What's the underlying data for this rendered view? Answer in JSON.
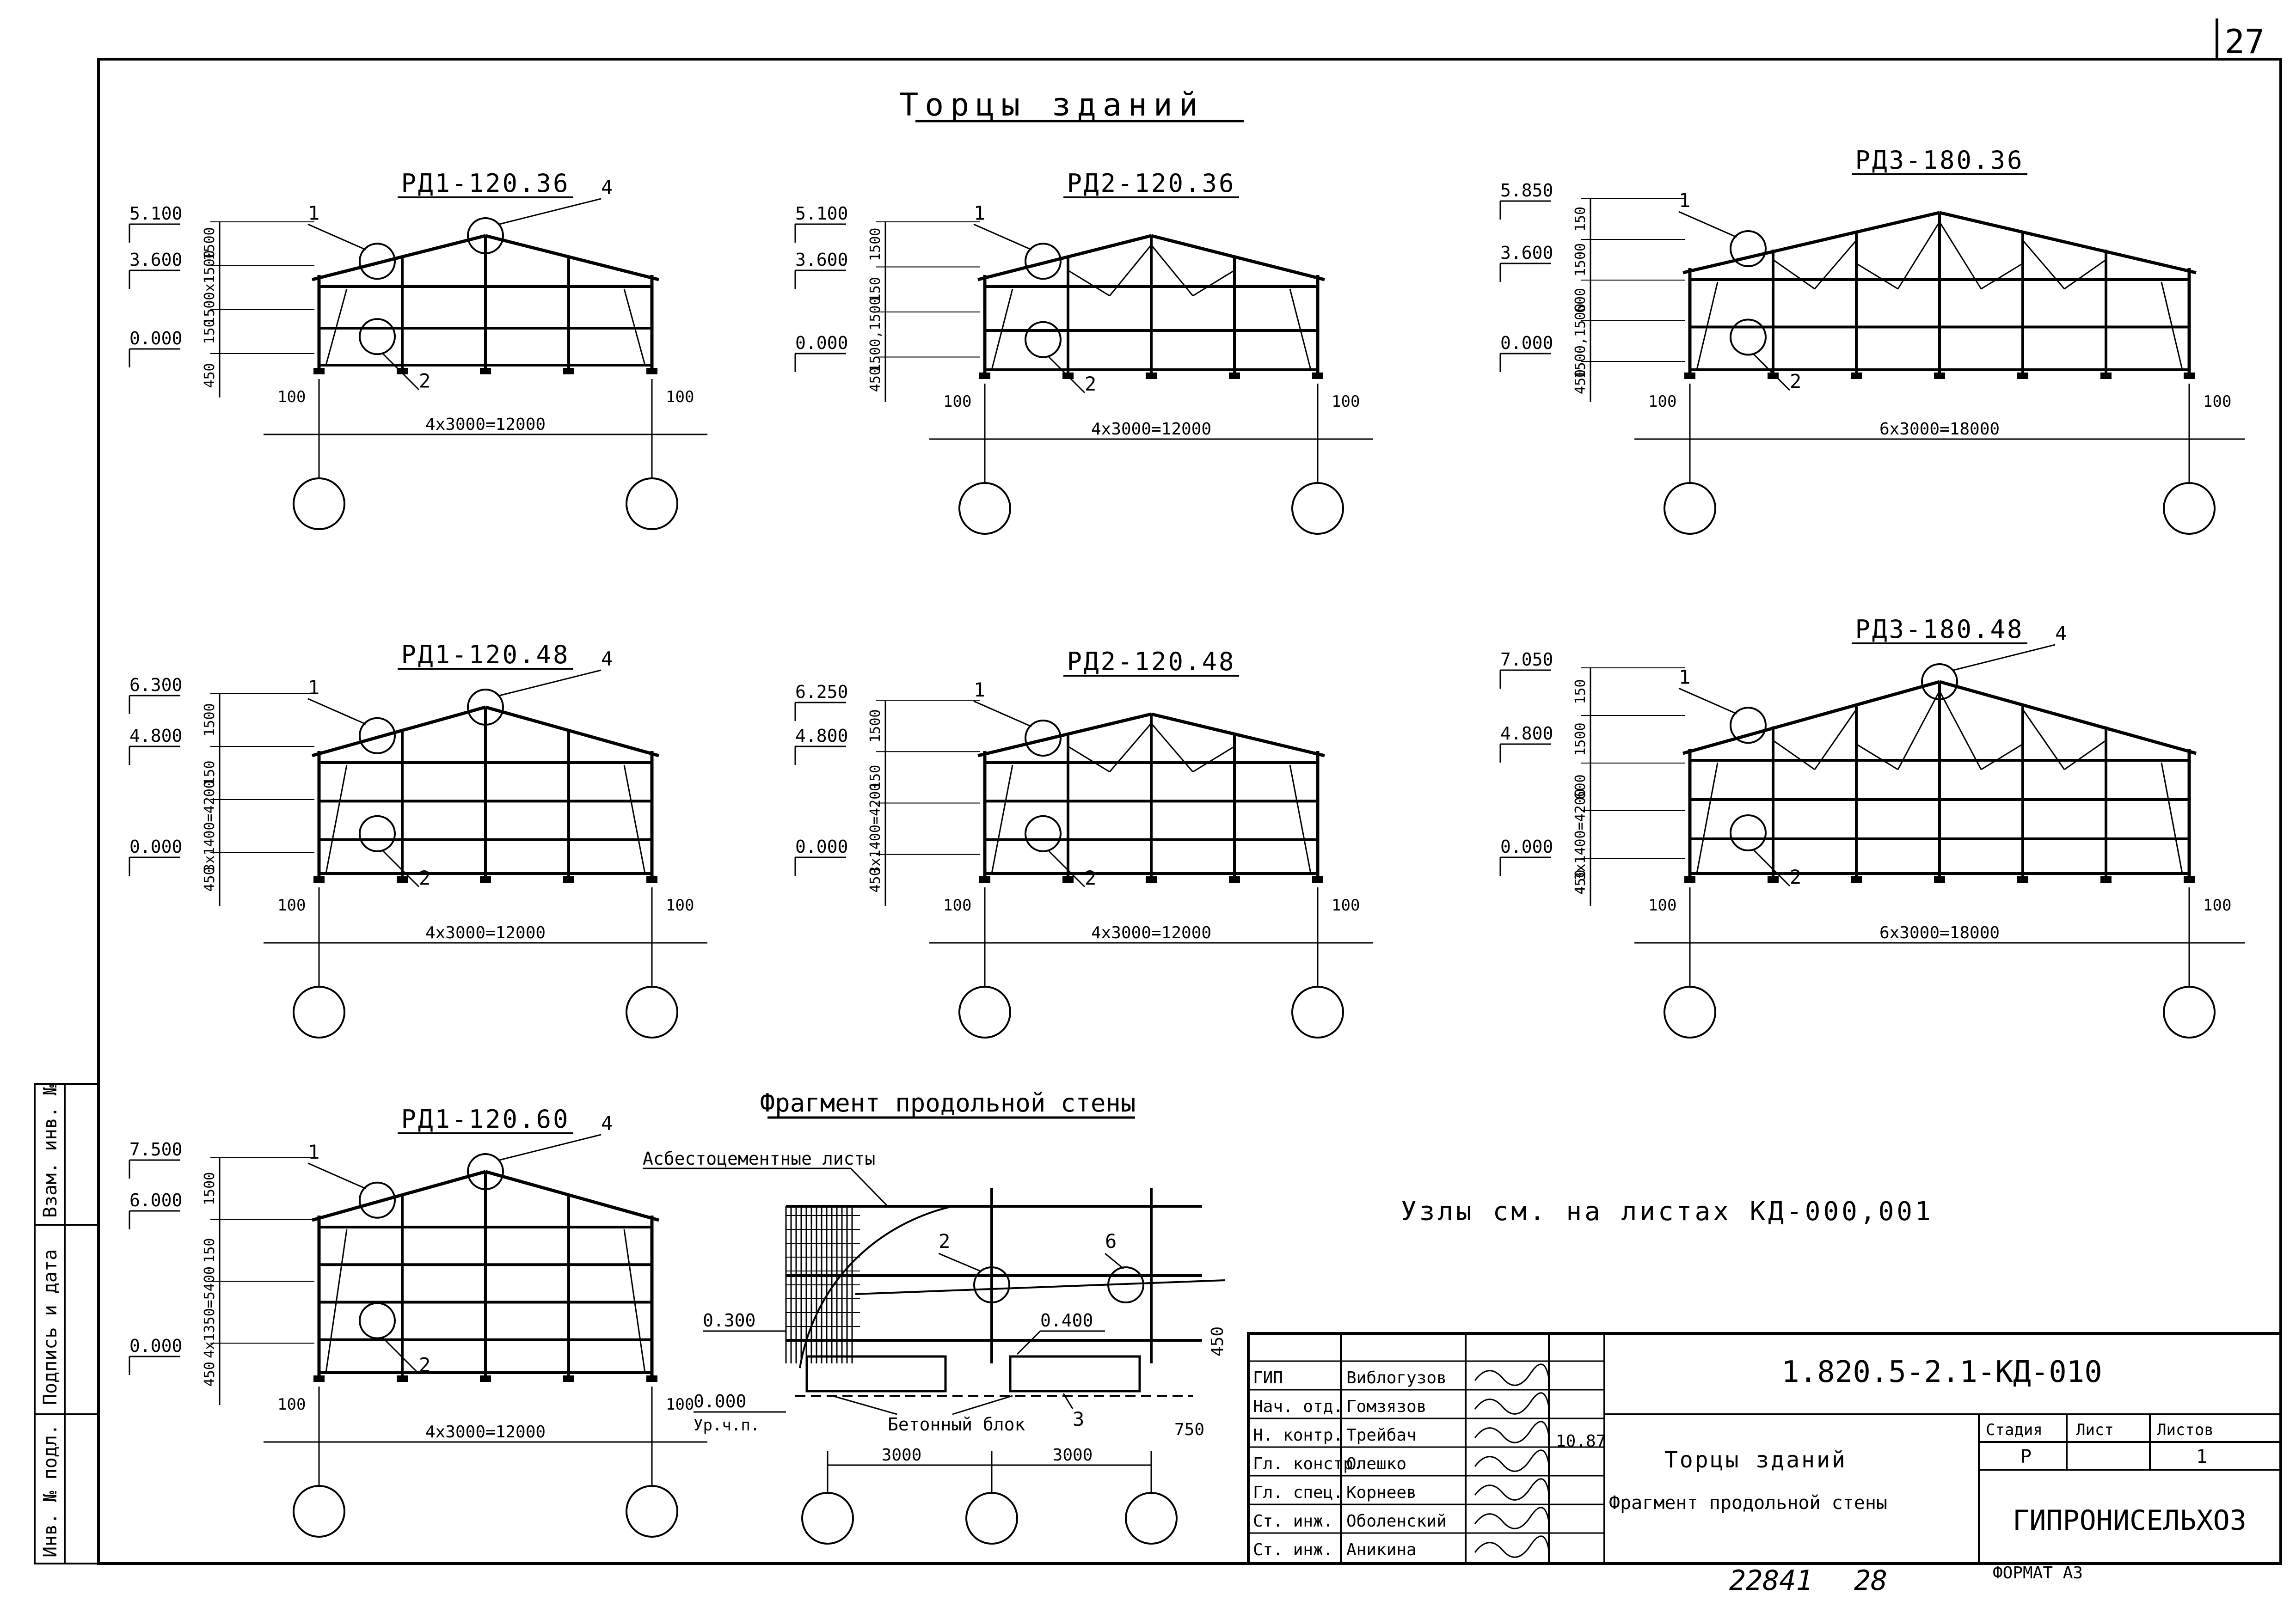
{
  "sheet_number": "27",
  "main_title": "Торцы зданий",
  "notes": {
    "nodes_ref": "Узлы см. на листах КД-000,001"
  },
  "frames": [
    {
      "title": "РД1-120.36",
      "elevations": [
        "5.100",
        "3.600",
        "0.000"
      ],
      "heights": [
        "1500",
        "1500x1500",
        "150",
        "450"
      ],
      "span": "4x3000=12000",
      "edge": [
        "100",
        "100"
      ],
      "callouts": [
        "1",
        "4",
        "2"
      ]
    },
    {
      "title": "РД2-120.36",
      "elevations": [
        "5.100",
        "3.600",
        "0.000"
      ],
      "heights": [
        "1500",
        "150",
        "1500,1500",
        "450"
      ],
      "span": "4x3000=12000",
      "edge": [
        "100",
        "100"
      ],
      "callouts": [
        "1",
        "2"
      ]
    },
    {
      "title": "РД3-180.36",
      "elevations": [
        "5.850",
        "3.600",
        "0.000"
      ],
      "heights": [
        "150",
        "1500",
        "600",
        "1500,1500",
        "450"
      ],
      "span": "6x3000=18000",
      "edge": [
        "100",
        "100"
      ],
      "callouts": [
        "1",
        "2"
      ]
    },
    {
      "title": "РД1-120.48",
      "elevations": [
        "6.300",
        "4.800",
        "0.000"
      ],
      "heights": [
        "1500",
        "150",
        "3x1400=4200",
        "450"
      ],
      "span": "4x3000=12000",
      "edge": [
        "100",
        "100"
      ],
      "callouts": [
        "1",
        "4",
        "2"
      ]
    },
    {
      "title": "РД2-120.48",
      "elevations": [
        "6.250",
        "4.800",
        "0.000"
      ],
      "heights": [
        "1500",
        "150",
        "3x1400=4200",
        "450"
      ],
      "span": "4x3000=12000",
      "edge": [
        "100",
        "100"
      ],
      "callouts": [
        "1",
        "2"
      ]
    },
    {
      "title": "РД3-180.48",
      "elevations": [
        "7.050",
        "4.800",
        "0.000"
      ],
      "heights": [
        "150",
        "1500",
        "600",
        "3x1400=4200",
        "450"
      ],
      "span": "6x3000=18000",
      "edge": [
        "100",
        "100"
      ],
      "callouts": [
        "1",
        "4",
        "2"
      ]
    },
    {
      "title": "РД1-120.60",
      "elevations": [
        "7.500",
        "6.000",
        "0.000"
      ],
      "heights": [
        "1500",
        "150",
        "4x1350=5400",
        "450"
      ],
      "span": "4x3000=12000",
      "edge": [
        "100",
        "100"
      ],
      "callouts": [
        "1",
        "4",
        "2"
      ]
    }
  ],
  "fragment": {
    "title": "Фрагмент продольной стены",
    "sheets_label": "Асбестоцементные листы",
    "block_label": "Бетонный блок",
    "elev_300": "0.300",
    "elev_000": "0.000",
    "ground_label": "Ур.ч.п.",
    "elev_400": "0.400",
    "dim_450": "450",
    "dim_750": "750",
    "dim_3000_a": "3000",
    "dim_3000_b": "3000",
    "callout_2": "2",
    "callout_6": "6",
    "callout_3": "3"
  },
  "title_block": {
    "roles": [
      "ГИП",
      "Нач. отд.",
      "Н. контр.",
      "Гл. констр.",
      "Гл. спец.",
      "Ст. инж.",
      "Ст. инж."
    ],
    "names": [
      "Виблогузов",
      "Гомзязов",
      "Трейбач",
      "Олешко",
      "Корнеев",
      "Оболенский",
      "Аникина"
    ],
    "date": "10.87",
    "doc_code": "1.820.5-2.1-КД-010",
    "sheet_title_1": "Торцы зданий",
    "sheet_title_2": "Фрагмент продольной стены",
    "stage_label": "Стадия",
    "stage": "Р",
    "sheet_label": "Лист",
    "sheets_label": "Листов",
    "sheets_total": "1",
    "org": "ГИПРОНИСЕЛЬХОЗ",
    "format": "ФОРМАТ А3",
    "archive": "22841",
    "page": "28"
  },
  "side_stamp": [
    "Инв. № подл.",
    "Подпись и дата",
    "Взам. инв. №"
  ]
}
